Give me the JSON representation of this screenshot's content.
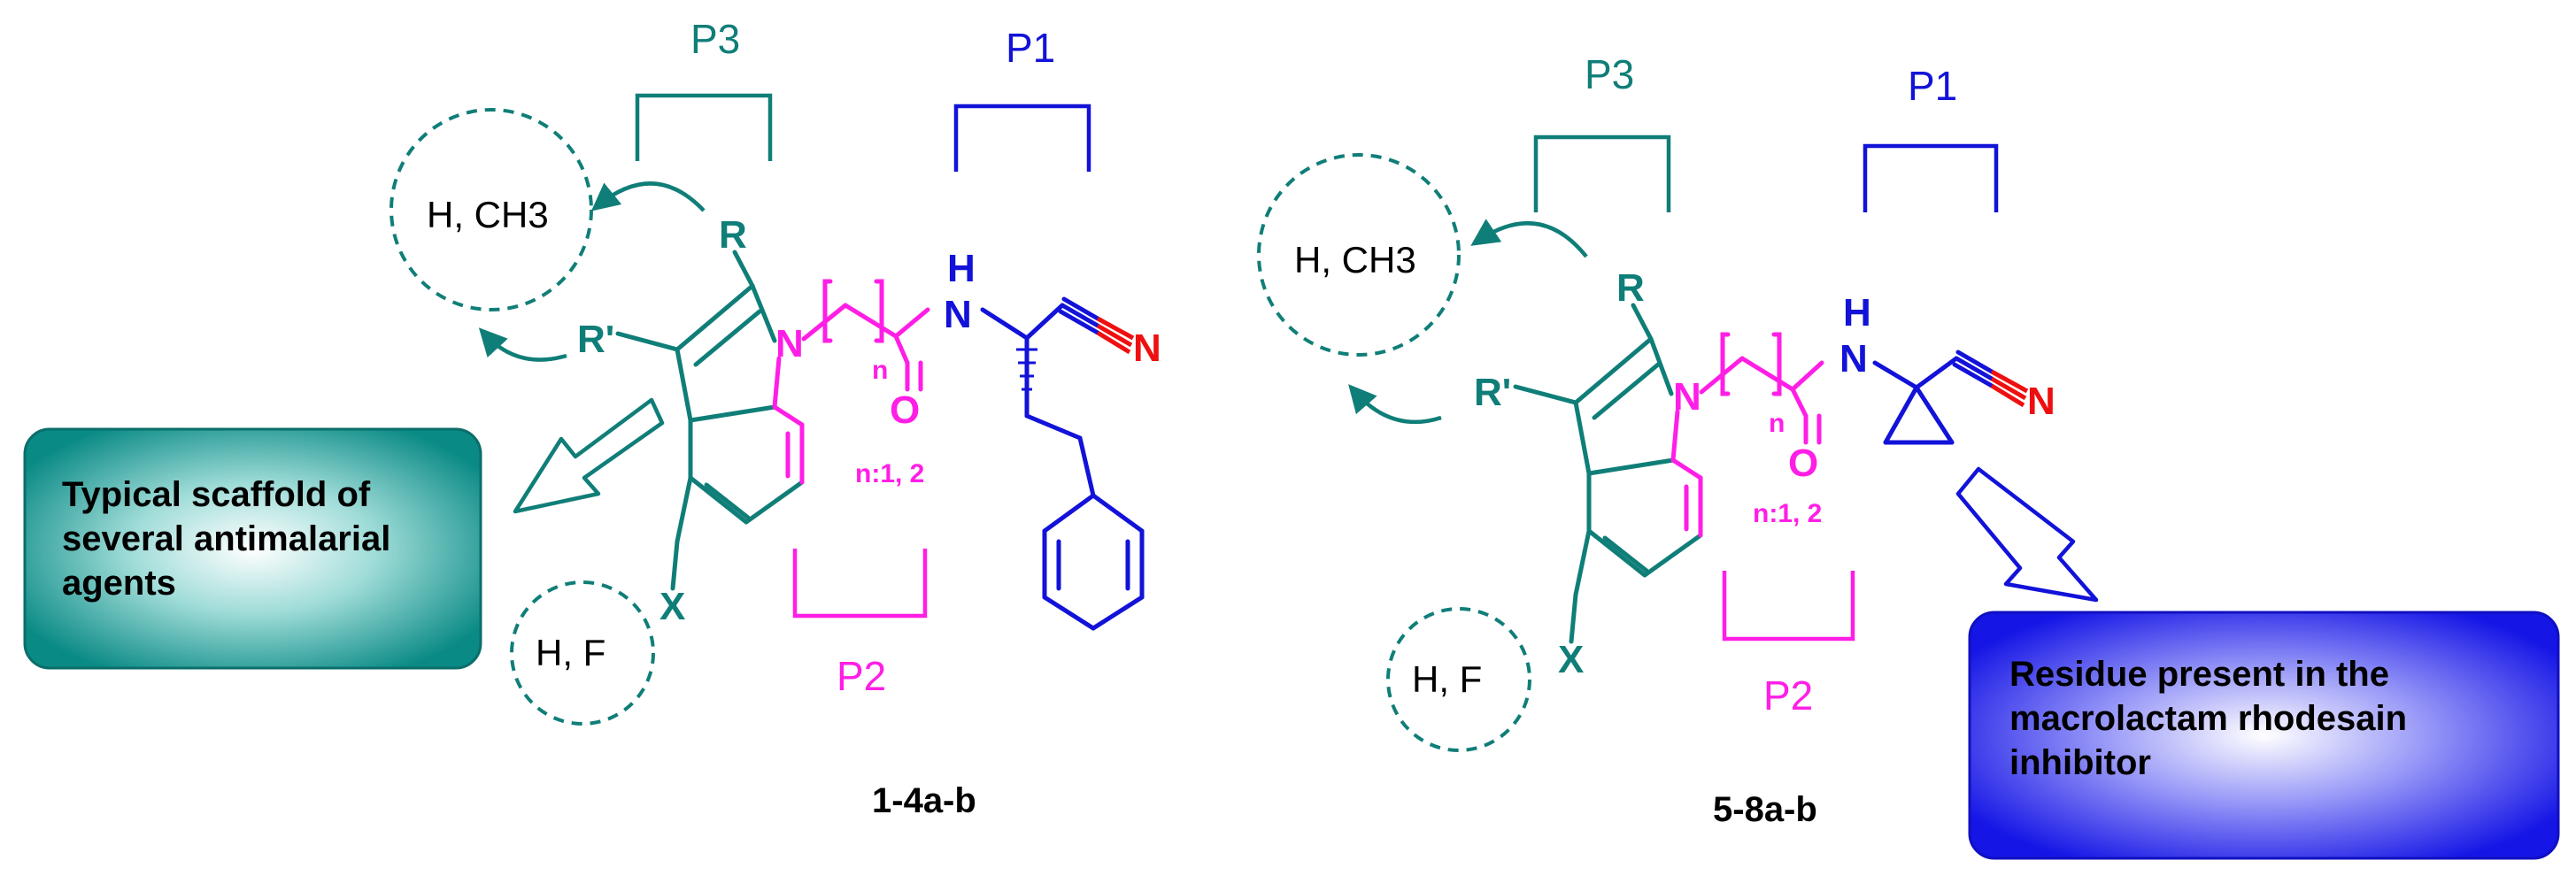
{
  "colors": {
    "teal": "#107e78",
    "blue": "#1212d8",
    "magenta": "#ff1ee6",
    "red": "#ee1010",
    "text": "#000000"
  },
  "regions": {
    "p1": "P1",
    "p2": "P2",
    "p3": "P3"
  },
  "substituents": {
    "methyl": "H, CH3",
    "halogen": "H, F"
  },
  "atoms": {
    "r": "R",
    "r_prime": "R'",
    "x": "X",
    "n_indole": "N",
    "n_amide": "N",
    "h_amide": "H",
    "o_carbonyl": "O",
    "n_nitrile": "N",
    "n_repeat": "n"
  },
  "repeat_range": "n:1, 2",
  "compounds": {
    "left": {
      "id": "1-4a-b"
    },
    "right": {
      "id": "5-8a-b"
    }
  },
  "callouts": {
    "left": {
      "line1": "Typical scaffold of",
      "line2": "several antimalarial",
      "line3": "agents"
    },
    "right": {
      "line1": "Residue present in the",
      "line2": "macrolactam rhodesain",
      "line3": "inhibitor"
    }
  }
}
